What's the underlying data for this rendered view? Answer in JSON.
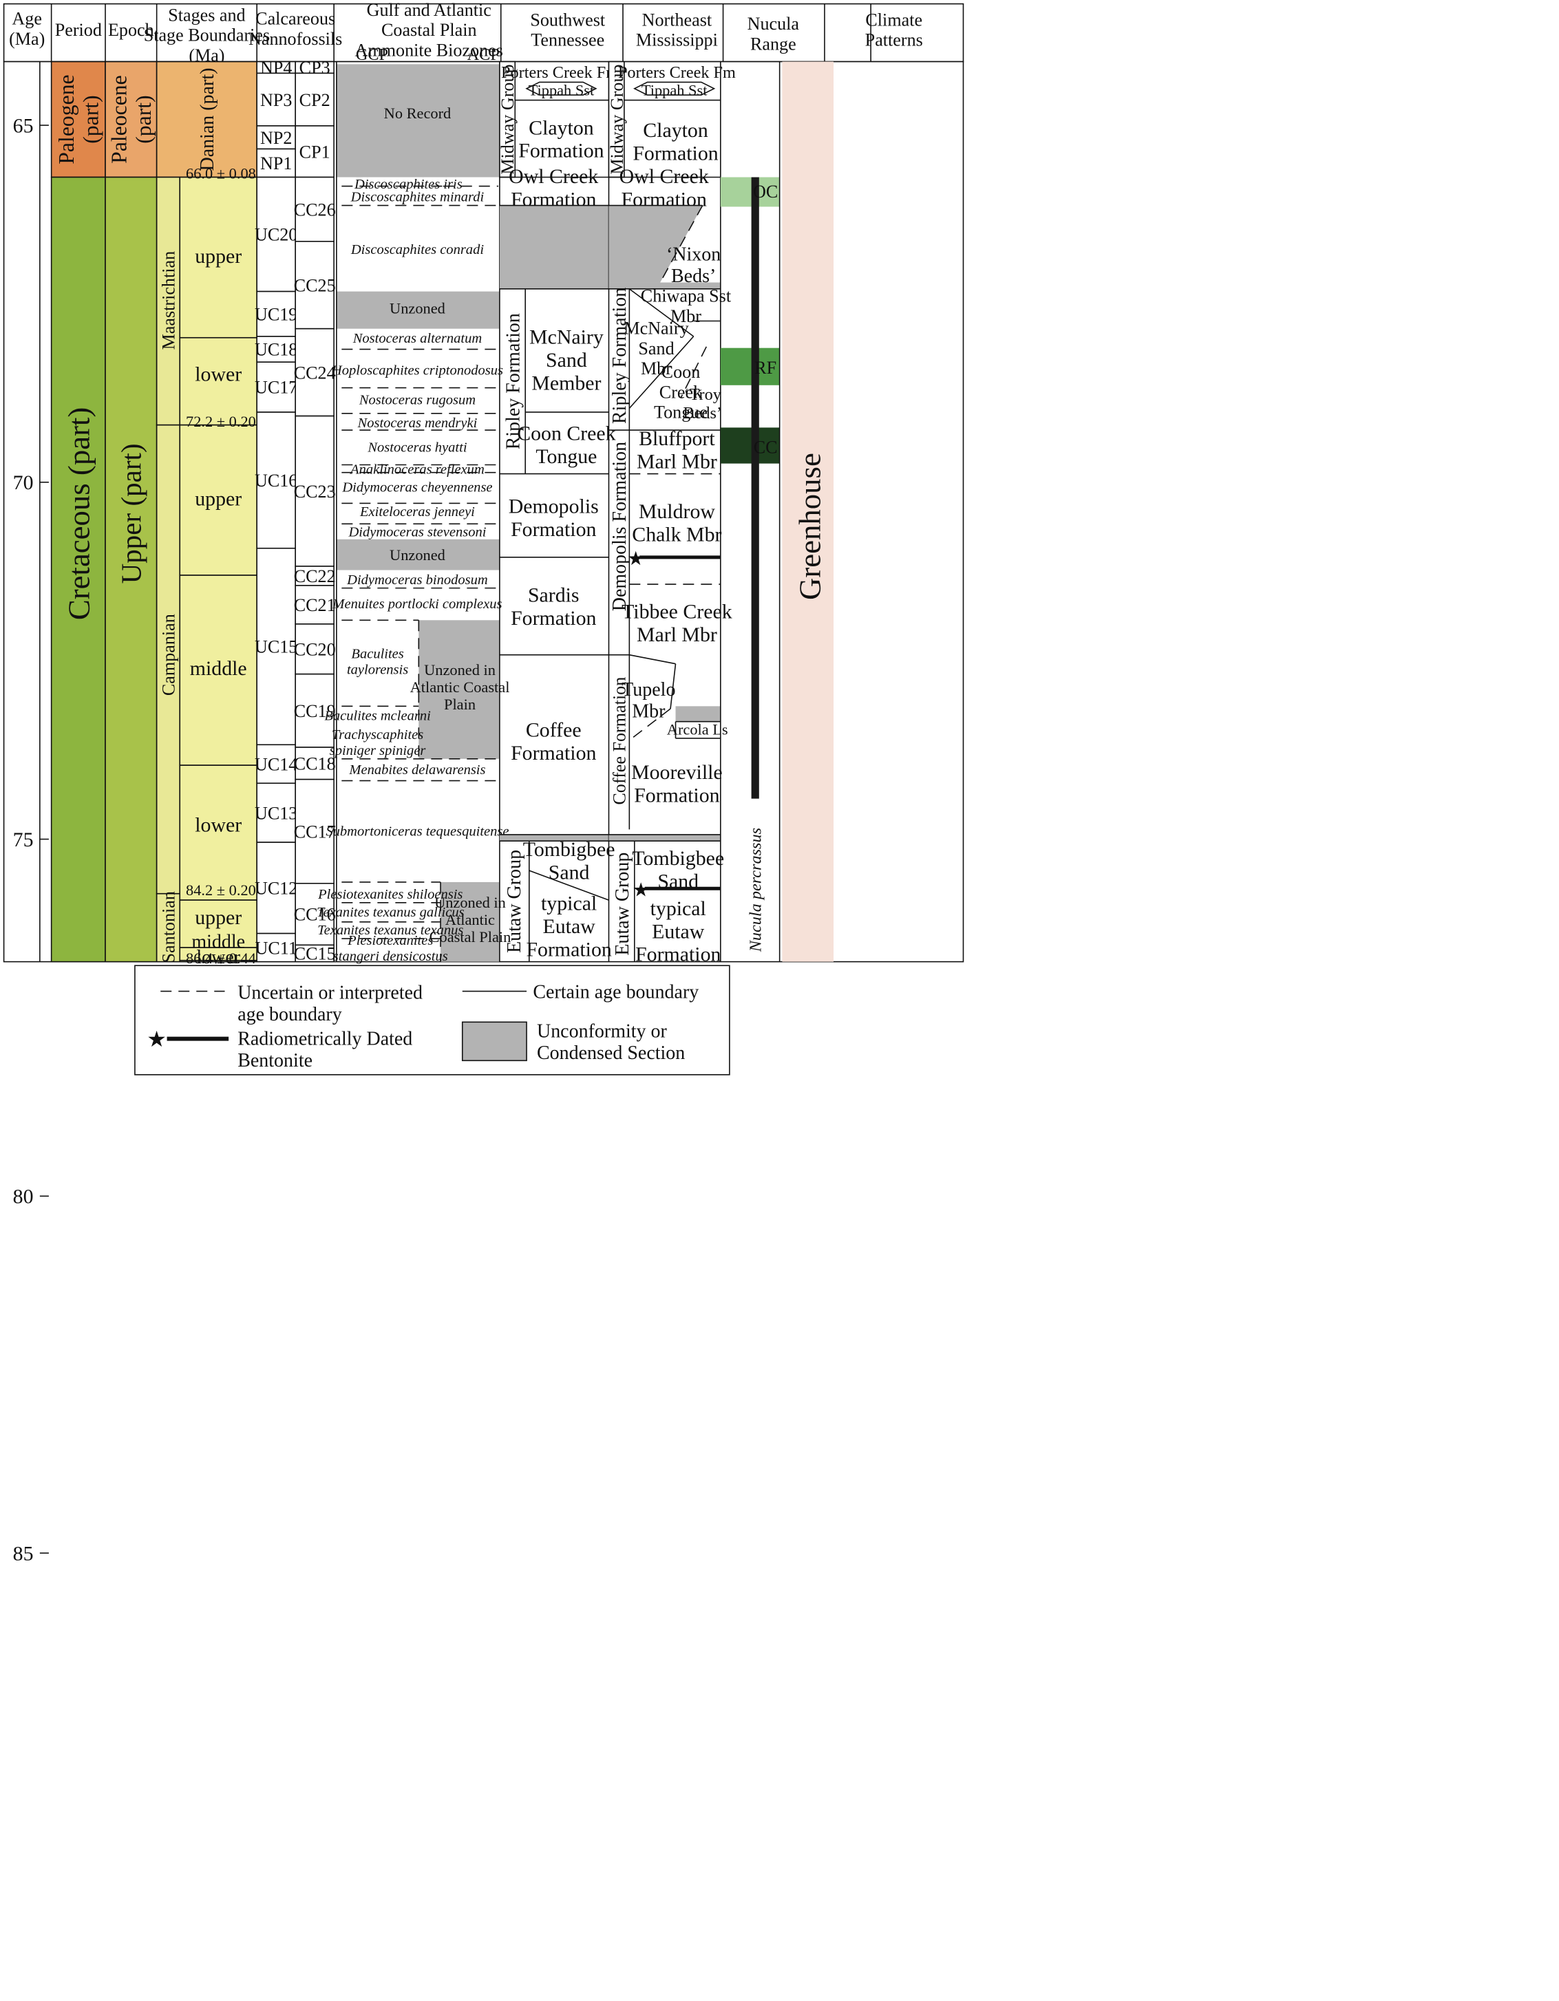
{
  "headers": {
    "age": "Age\n(Ma)",
    "period": "Period",
    "epoch": "Epoch",
    "stages": "Stages and\nStage Boundaries\n(Ma)",
    "nanno": "Calcareous\nNannofossils",
    "ammonite": "Gulf and Atlantic\nCoastal Plain\nAmmonite Biozones",
    "gcp": "GCP",
    "acp": "ACP",
    "swtn": "Southwest\nTennessee",
    "nems": "Northeast\nMississippi",
    "nucula": "Nucula\nRange",
    "climate": "Climate\nPatterns"
  },
  "age_ticks": [
    "65",
    "70",
    "75",
    "80",
    "85"
  ],
  "colors": {
    "paleogene": "#e0874b",
    "paleocene": "#e9a56a",
    "danian": "#ecb46f",
    "cretaceous": "#8db53f",
    "upper_epoch": "#a8c24a",
    "stage_fill": "#e8e896",
    "substage_fill": "#f0ef9f",
    "gray": "#b3b3b3",
    "oc": "#a7d29b",
    "rf": "#4e9a45",
    "cc": "#1e3f1e",
    "greenhouse": "#f6e1d8"
  },
  "period": {
    "paleogene": "Paleogene\n(part)",
    "cretaceous": "Cretaceous (part)"
  },
  "epoch": {
    "paleocene": "Paleocene\n(part)",
    "upper": "Upper (part)"
  },
  "stages": {
    "danian": "Danian (part)",
    "maastrichtian": "Maastrichtian",
    "campanian": "Campanian",
    "santonian": "Santonian"
  },
  "boundaries": [
    "66.0 ± 0.08",
    "72.2 ± 0.20",
    "84.2 ± 0.20",
    "86.4 ± 0.44"
  ],
  "substages": [
    "upper",
    "lower",
    "upper",
    "middle",
    "lower",
    "upper",
    "middle",
    "lower"
  ],
  "nanno_np": [
    "NP4",
    "NP3",
    "NP2",
    "NP1"
  ],
  "nanno_cp": [
    "CP3",
    "CP2",
    "CP1"
  ],
  "nanno_uc": [
    "UC20",
    "UC19",
    "UC18",
    "UC17",
    "UC16",
    "UC15",
    "UC14",
    "UC13",
    "UC12",
    "UC11"
  ],
  "nanno_cc": [
    "CC26",
    "CC25",
    "CC24",
    "CC23",
    "CC22",
    "CC21",
    "CC20",
    "CC19",
    "CC18",
    "CC17",
    "CC16",
    "CC15"
  ],
  "ammonites": [
    "No Record",
    "Discoscaphites iris",
    "Discoscaphites minardi",
    "Discoscaphites conradi",
    "Unzoned",
    "Nostoceras alternatum",
    "Hoploscaphites criptonodosus",
    "Nostoceras rugosum",
    "Nostoceras mendryki",
    "Nostoceras  hyatti",
    "Anaklinoceras reflexum",
    "Didymoceras cheyennense",
    "Exiteloceras jenneyi",
    "Didymoceras stevensoni",
    "Unzoned",
    "Didymoceras binodosum",
    "Menuites portlocki complexus",
    "Baculites\ntaylorensis",
    "Unzoned in\nAtlantic Coastal\nPlain",
    "Baculites mclearni",
    "Trachyscaphites\nspiniger spiniger",
    "Menabites delawarensis",
    "Submortoniceras tequesquitense",
    "Plesiotexanites shiloensis",
    "Texanites texanus gallicus",
    "Texanites texanus texanus",
    "Plesiotexanites\nstangeri densicostus",
    "Unzoned in\nAtlantic\nCoastal Plain"
  ],
  "swtn": {
    "midway": "Midway Group",
    "porters": "Porters Creek Fm",
    "tippah": "Tippah Sst",
    "clayton": "Clayton\nFormation",
    "owl": "Owl Creek\nFormation",
    "ripley": "Ripley Formation",
    "mcnairy": "McNairy\nSand\nMember",
    "coon": "Coon Creek\nTongue",
    "demopolis": "Demopolis\nFormation",
    "sardis": "Sardis\nFormation",
    "coffee": "Coffee\nFormation",
    "eutaw": "Eutaw Group",
    "tombigbee": "Tombigbee\nSand",
    "typical": "typical\nEutaw\nFormation"
  },
  "nems": {
    "midway": "Midway Group",
    "porters": "Porters Creek Fm",
    "tippah": "Tippah Sst",
    "clayton": "Clayton\nFormation",
    "owl": "Owl Creek\nFormation",
    "nixon": "‘Nixon\nBeds’",
    "ripley": "Ripley Formation",
    "chiwapa": "Chiwapa Sst\nMbr",
    "mcnairy": "McNairy\nSand\nMbr",
    "coon": "Coon\nCreek\nTongue",
    "troy": "‘Troy\nBeds’",
    "demopolis": "Demopolis Formation",
    "bluffport": "Bluffport\nMarl Mbr",
    "muldrow": "Muldrow\nChalk Mbr",
    "tibbee": "Tibbee Creek\nMarl Mbr",
    "coffee": "Coffee Formation",
    "tupelo": "Tupelo\nMbr",
    "arcola": "Arcola Ls",
    "mooreville": "Mooreville\nFormation",
    "eutaw": "Eutaw Group",
    "tombigbee": "Tombigbee\nSand",
    "typical": "typical\nEutaw\nFormation"
  },
  "nucula": {
    "species": "Nucula percrassus",
    "oc": "OC",
    "rf": "RF",
    "cc": "CC"
  },
  "climate": {
    "greenhouse": "Greenhouse"
  },
  "legend": {
    "uncertain": "Uncertain or interpreted\nage boundary",
    "certain": "Certain age boundary",
    "bentonite": "Radiometrically Dated\nBentonite",
    "unconformity": "Unconformity or\nCondensed Section"
  }
}
